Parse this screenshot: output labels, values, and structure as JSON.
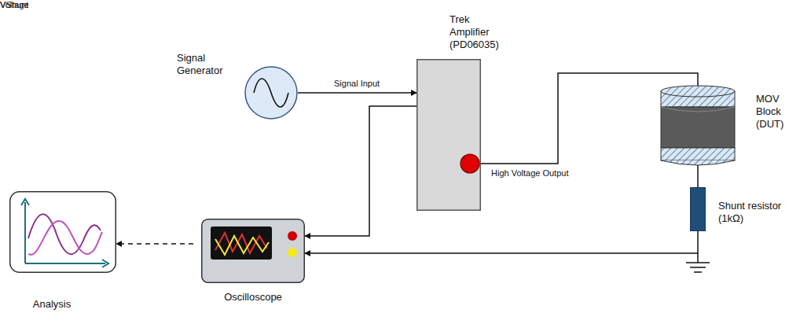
{
  "diagram": {
    "nodes": [
      {
        "text": [
          "Signal Generator"
        ]
      },
      {
        "text": [
          "Trek Amplifier (PD06035)"
        ]
      },
      {
        "text": [
          "MOV Block (DUT)"
        ]
      },
      {
        "text": [
          "Shunt resistor (1kΩ)"
        ]
      },
      {
        "text": [
          "Oscilloscope"
        ]
      },
      {
        "text": [
          "Analysis"
        ]
      }
    ],
    "edges": [
      {
        "from": 0,
        "to": 1,
        "label": "Signal Input",
        "arrow": "to"
      },
      {
        "from": 1,
        "to": 2,
        "arrow": "none"
      },
      {
        "from": 2,
        "to": 3,
        "arrow": "none"
      },
      {
        "from": 3,
        "to": 4,
        "label": "VShunt",
        "arrow": "to"
      },
      {
        "from": 1,
        "to": 4,
        "label": "Voltage",
        "arrow": "to"
      },
      {
        "from": 4,
        "to": 5,
        "arrow": "to"
      }
    ],
    "labels": [
      "High Voltage Output"
    ]
  }
}
